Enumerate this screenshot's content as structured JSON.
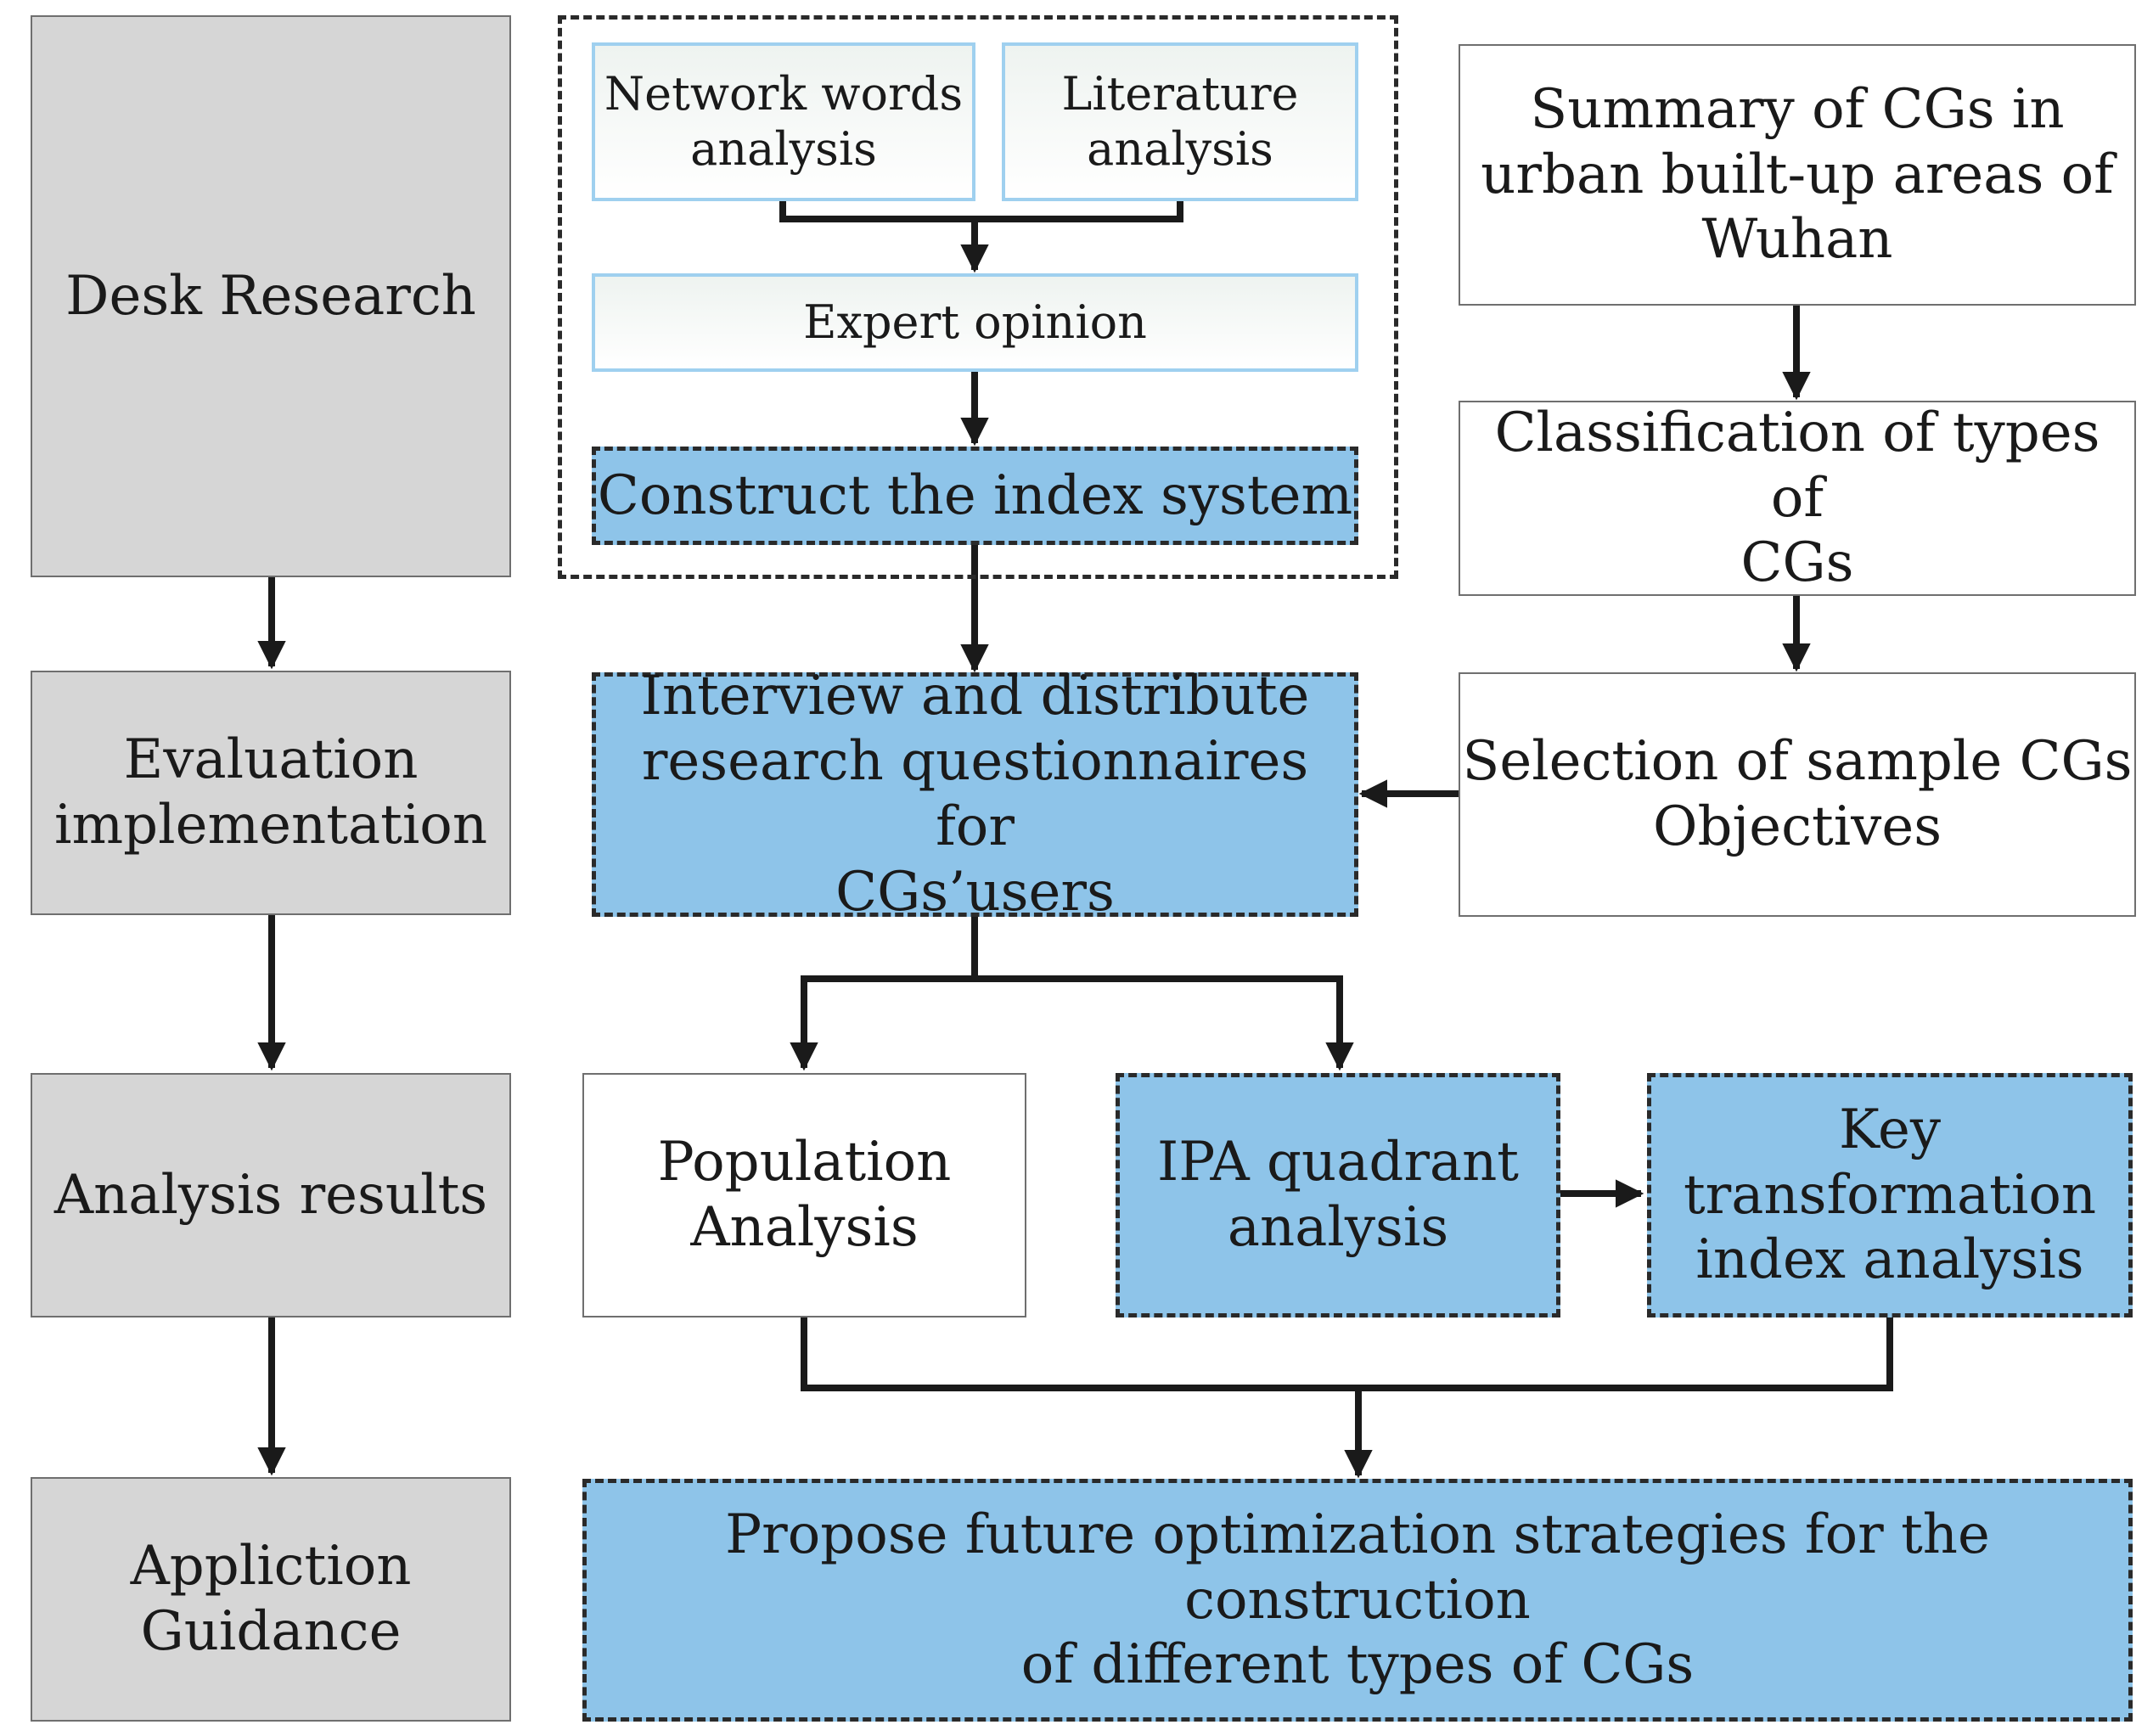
{
  "stages": {
    "desk": "Desk Research",
    "evaluation": "Evaluation\nimplementation",
    "analysis": "Analysis results",
    "application": "Appliction\nGuidance"
  },
  "desk_group": {
    "network_words": "Network words\nanalysis",
    "literature": "Literature\nanalysis",
    "expert_opinion": "Expert opinion",
    "construct": "Construct the index system"
  },
  "right_column": {
    "summary": "Summary of CGs in\nurban built-up areas of\nWuhan",
    "classification": "Classification of types of\nCGs",
    "selection": "Selection of sample CGs\nObjectives"
  },
  "interview": "Interview and distribute\nresearch questionnaires for\nCGs’users",
  "results": {
    "population": "Population\nAnalysis",
    "ipa": "IPA quadrant\nanalysis",
    "key": "Key\ntransformation\nindex analysis"
  },
  "propose": "Propose future optimization strategies for the construction\nof different types of CGs",
  "colors": {
    "stage_fill": "#d6d6d6",
    "highlight_fill": "#8ec4e9",
    "light_border": "#9fd0ef",
    "line": "#1a1a1a"
  }
}
